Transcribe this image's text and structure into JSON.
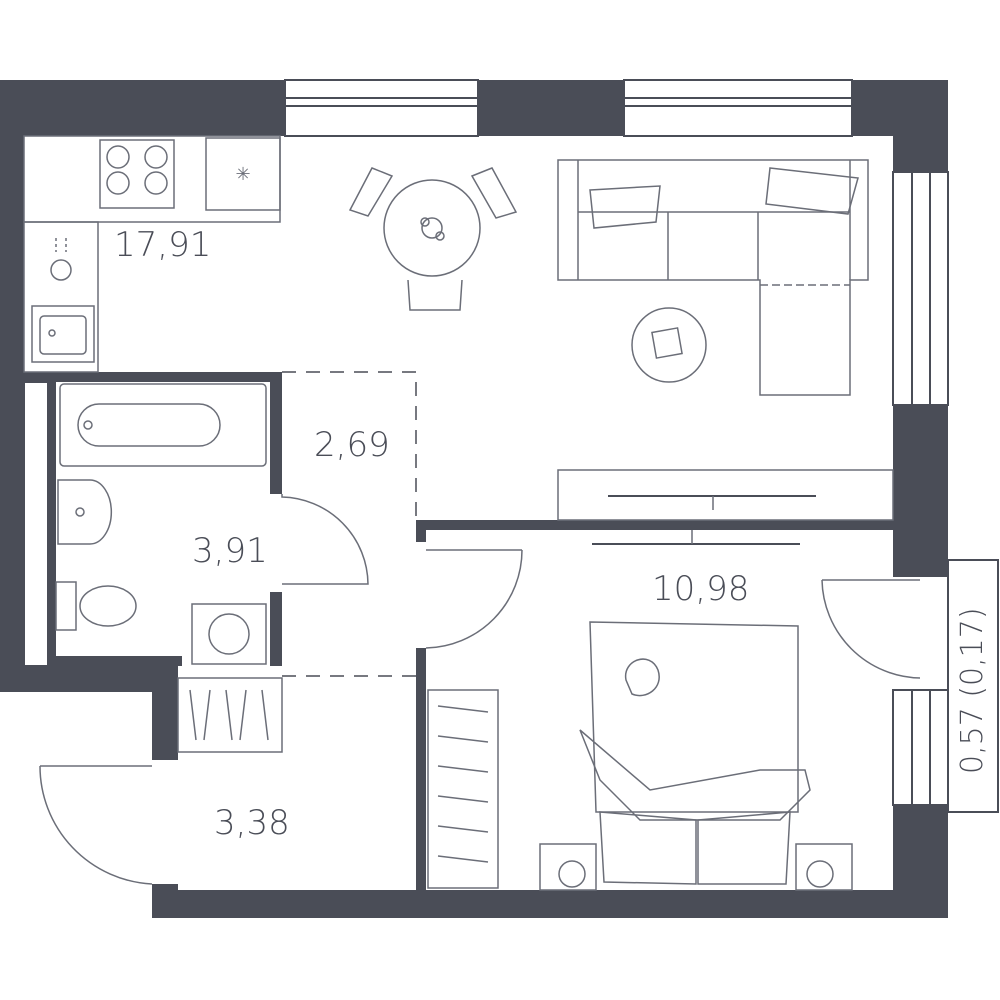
{
  "rooms": {
    "living_kitchen_area": "17,91",
    "hall_area": "2,69",
    "bathroom_area": "3,91",
    "bedroom_area": "10,98",
    "entrance_area": "3,38",
    "balcony_area": "0,57 (0,17)"
  },
  "colors": {
    "walls": "#4a4d57",
    "furniture": "#6b6e78",
    "background": "#ffffff"
  }
}
